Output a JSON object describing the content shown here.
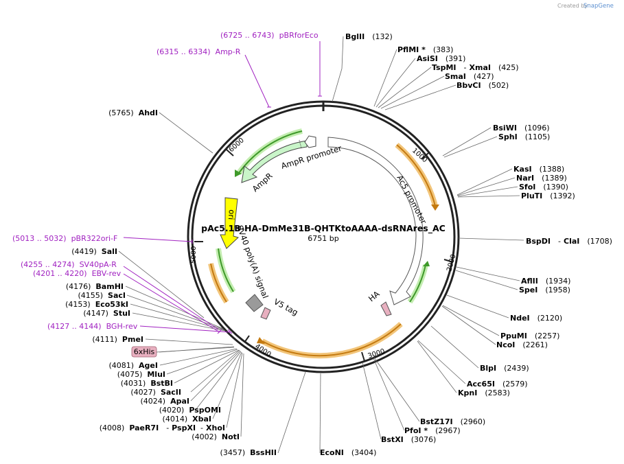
{
  "credit": {
    "created_by": "Created by",
    "brand": "SnapGene"
  },
  "plasmid": {
    "name": "pAc5.1B-HA-DmMe31B-QHTKtoAAAA-dsRNAres_AC",
    "size": "6751 bp"
  },
  "ticks": [
    "1000",
    "2000",
    "3000",
    "4000",
    "5000",
    "6000"
  ],
  "features": {
    "amp_promoter": "AmpR promoter",
    "ampr": "AmpR",
    "ori": "ori",
    "sv40": "SV40 poly(A) signal",
    "v5": "V5 tag",
    "ac5": "Ac5 promoter",
    "ha": "HA",
    "his": "6xHis"
  },
  "sites_right": [
    {
      "name": "BglII",
      "pos": "(132)"
    },
    {
      "name": "PflMI *",
      "pos": "(383)"
    },
    {
      "name": "AsiSI",
      "pos": "(391)"
    },
    {
      "name": "TspMI",
      "sep": "-",
      "name2": "XmaI",
      "pos": "(425)"
    },
    {
      "name": "SmaI",
      "pos": "(427)"
    },
    {
      "name": "BbvCI",
      "pos": "(502)"
    },
    {
      "name": "BsiWI",
      "pos": "(1096)"
    },
    {
      "name": "SphI",
      "pos": "(1105)"
    },
    {
      "name": "KasI",
      "pos": "(1388)"
    },
    {
      "name": "NarI",
      "pos": "(1389)"
    },
    {
      "name": "SfoI",
      "pos": "(1390)"
    },
    {
      "name": "PluTI",
      "pos": "(1392)"
    },
    {
      "name": "BspDI",
      "sep": "-",
      "name2": "ClaI",
      "pos": "(1708)"
    },
    {
      "name": "AflII",
      "pos": "(1934)"
    },
    {
      "name": "SpeI",
      "pos": "(1958)"
    },
    {
      "name": "NdeI",
      "pos": "(2120)"
    },
    {
      "name": "PpuMI",
      "pos": "(2257)"
    },
    {
      "name": "NcoI",
      "pos": "(2261)"
    },
    {
      "name": "BlpI",
      "pos": "(2439)"
    },
    {
      "name": "Acc65I",
      "pos": "(2579)"
    },
    {
      "name": "KpnI",
      "pos": "(2583)"
    },
    {
      "name": "BstZ17I",
      "pos": "(2960)"
    },
    {
      "name": "PfoI *",
      "pos": "(2967)"
    },
    {
      "name": "BstXI",
      "pos": "(3076)"
    },
    {
      "name": "EcoNI",
      "pos": "(3404)"
    }
  ],
  "sites_left": [
    {
      "pos": "(5765)",
      "name": "AhdI"
    },
    {
      "pos": "(4419)",
      "name": "SalI"
    },
    {
      "pos": "(4176)",
      "name": "BamHI"
    },
    {
      "pos": "(4155)",
      "name": "SacI"
    },
    {
      "pos": "(4153)",
      "name": "Eco53kI"
    },
    {
      "pos": "(4147)",
      "name": "StuI"
    },
    {
      "pos": "(4111)",
      "name": "PmeI"
    },
    {
      "pos": "(4081)",
      "name": "AgeI"
    },
    {
      "pos": "(4075)",
      "name": "MluI"
    },
    {
      "pos": "(4031)",
      "name": "BstBI"
    },
    {
      "pos": "(4027)",
      "name": "SacII"
    },
    {
      "pos": "(4024)",
      "name": "ApaI"
    },
    {
      "pos": "(4020)",
      "name": "PspOMI"
    },
    {
      "pos": "(4014)",
      "name": "XbaI"
    },
    {
      "pos": "(4008)",
      "name": "PaeR7I",
      "sep": "-",
      "name2": "PspXI",
      "sep2": "-",
      "name3": "XhoI"
    },
    {
      "pos": "(4002)",
      "name": "NotI"
    },
    {
      "pos": "(3457)",
      "name": "BssHII"
    }
  ],
  "primers": [
    {
      "range": "(6725 .. 6743)",
      "name": "pBRforEco"
    },
    {
      "range": "(6315 .. 6334)",
      "name": "Amp-R"
    },
    {
      "range": "(5013 .. 5032)",
      "name": "pBR322ori-F"
    },
    {
      "range": "(4255 .. 4274)",
      "name": "SV40pA-R"
    },
    {
      "range": "(4201 .. 4220)",
      "name": "EBV-rev"
    },
    {
      "range": "(4127 .. 4144)",
      "name": "BGH-rev"
    }
  ],
  "colors": {
    "orange_arrow": "#f2a93b",
    "green_arrow": "#5fb24a",
    "ampr_fill": "#c9f5c9",
    "ori_fill": "#ffff00",
    "primer": "#a020c0",
    "his_fill": "#e8b0c0"
  }
}
